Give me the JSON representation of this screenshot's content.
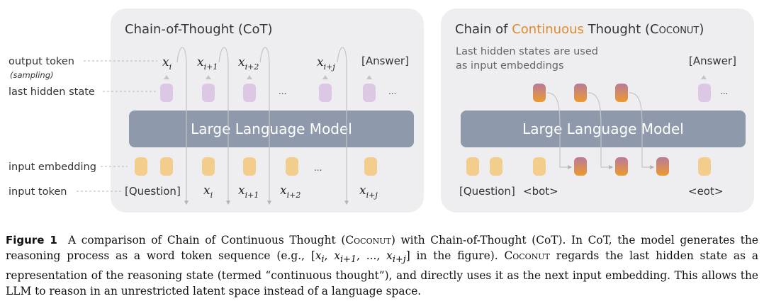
{
  "left_panel": {
    "title": "Chain-of-Thought (CoT)",
    "labels": {
      "output_token": "output token",
      "sampling": "(sampling)",
      "last_hidden_state": "last hidden state",
      "input_embedding": "input embedding",
      "input_token": "input token"
    },
    "model_label": "Large Language Model",
    "output_tokens": [
      {
        "base": "x",
        "sub": "i"
      },
      {
        "base": "x",
        "sub": "i+1"
      },
      {
        "base": "x",
        "sub": "i+2"
      },
      {
        "base": "x",
        "sub": "i+j"
      },
      {
        "base": "[Answer]",
        "sub": ""
      }
    ],
    "input_tokens": [
      {
        "base": "[Question]",
        "sub": ""
      },
      {
        "base": "x",
        "sub": "i"
      },
      {
        "base": "x",
        "sub": "i+1"
      },
      {
        "base": "x",
        "sub": "i+2"
      },
      {
        "base": "x",
        "sub": "i+j"
      }
    ],
    "ellipsis": "..."
  },
  "right_panel": {
    "title_parts": {
      "prefix": "Chain of ",
      "highlight": "Continuous",
      "middle": " Thought (",
      "name": "Coconut",
      "suffix": ")"
    },
    "note_line1": "Last hidden states are used",
    "note_line2": "as input embeddings",
    "model_label": "Large Language Model",
    "output_token": "[Answer]",
    "input_tokens": [
      "[Question]",
      "<bot>",
      "<eot>"
    ],
    "ellipsis": "..."
  },
  "caption": {
    "label": "Figure 1",
    "sentence1_a": "A comparison of Chain of Continuous Thought (",
    "coconut": "Coconut",
    "sentence1_b": ") with Chain-of-Thought (CoT). In CoT, the model generates the reasoning process as a word token sequence (e.g., ",
    "seq_open": "[",
    "seq_x1": "x",
    "seq_s1": "i",
    "seq_c1": ", ",
    "seq_x2": "x",
    "seq_s2": "i+1",
    "seq_c2": ", ..., ",
    "seq_x3": "x",
    "seq_s3": "i+j",
    "seq_close": "]",
    "sentence1_c": " in the figure). ",
    "coconut2": "Coconut",
    "sentence2": " regards the last hidden state as a representation of the reasoning state (termed “continuous thought”), and directly uses it as the next input embedding. This allows the LLM to reason in an unrestricted latent space instead of a language space."
  },
  "colors": {
    "panel_bg": "#eeeef0",
    "model_bar": "#8e99ab",
    "hidden_state": "#dcc8e4",
    "embedding": "#f3cd8c",
    "thought_top": "#b87a9a",
    "thought_bottom": "#ec9a2e",
    "accent_orange": "#e08a2c"
  }
}
